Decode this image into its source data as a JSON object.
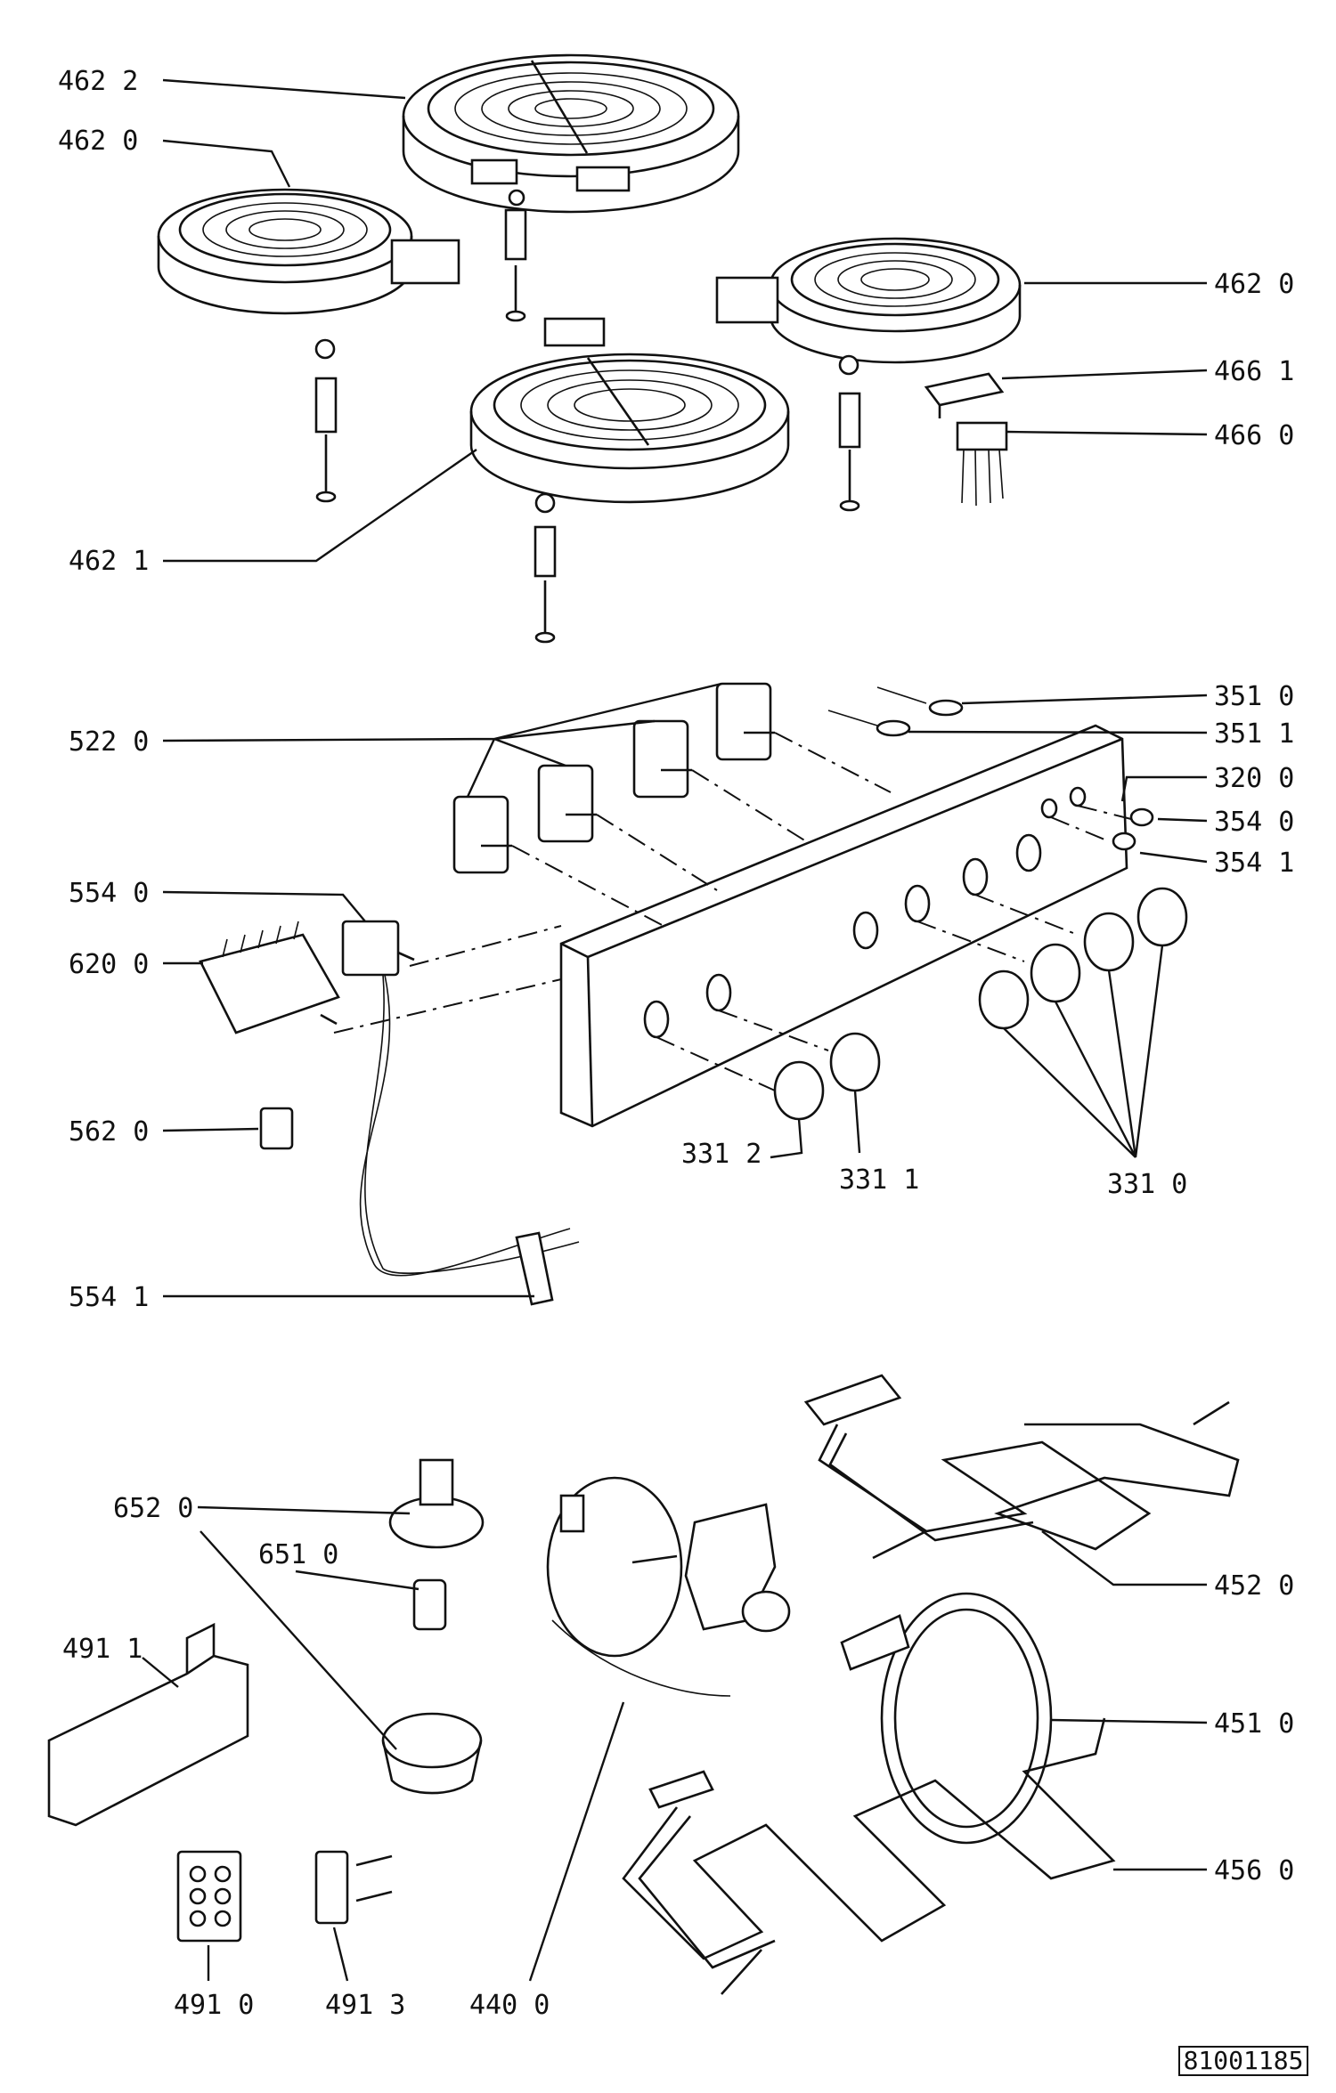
{
  "document_number": "81001185",
  "parts": {
    "p4622": "462  2",
    "p4620a": "462  0",
    "p4620b": "462  0",
    "p4661": "466  1",
    "p4660": "466  0",
    "p4621": "462  1",
    "p3510": "351  0",
    "p3511": "351  1",
    "p5220": "522  0",
    "p3200": "320  0",
    "p3540": "354  0",
    "p3541": "354  1",
    "p5540": "554  0",
    "p6200": "620  0",
    "p5620": "562  0",
    "p3312": "331  2",
    "p3311": "331  1",
    "p3310": "331  0",
    "p5541": "554  1",
    "p6520": "652  0",
    "p6510": "651  0",
    "p4520": "452  0",
    "p4911": "491  1",
    "p4510": "451  0",
    "p4560": "456  0",
    "p4910": "491  0",
    "p4913": "491  3",
    "p4400": "440  0"
  }
}
